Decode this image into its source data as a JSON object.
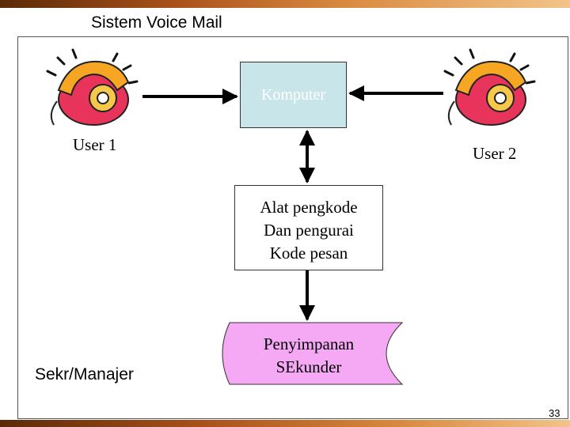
{
  "title": "Sistem Voice Mail",
  "nodes": {
    "komputer": "Komputer",
    "alat": [
      "Alat pengkode",
      "Dan pengurai",
      "Kode pesan"
    ],
    "penyimpanan": [
      "Penyimpanan",
      "SEkunder"
    ]
  },
  "labels": {
    "user1": "User 1",
    "user2": "User 2",
    "sekr": "Sekr/Manajer"
  },
  "icons": [
    "telephone-icon",
    "telephone-icon"
  ],
  "page_number": "33",
  "colors": {
    "komputer_fill": "#c8e6ea",
    "storage_fill": "#f5a8f3",
    "header_bar": "#a8501a"
  }
}
